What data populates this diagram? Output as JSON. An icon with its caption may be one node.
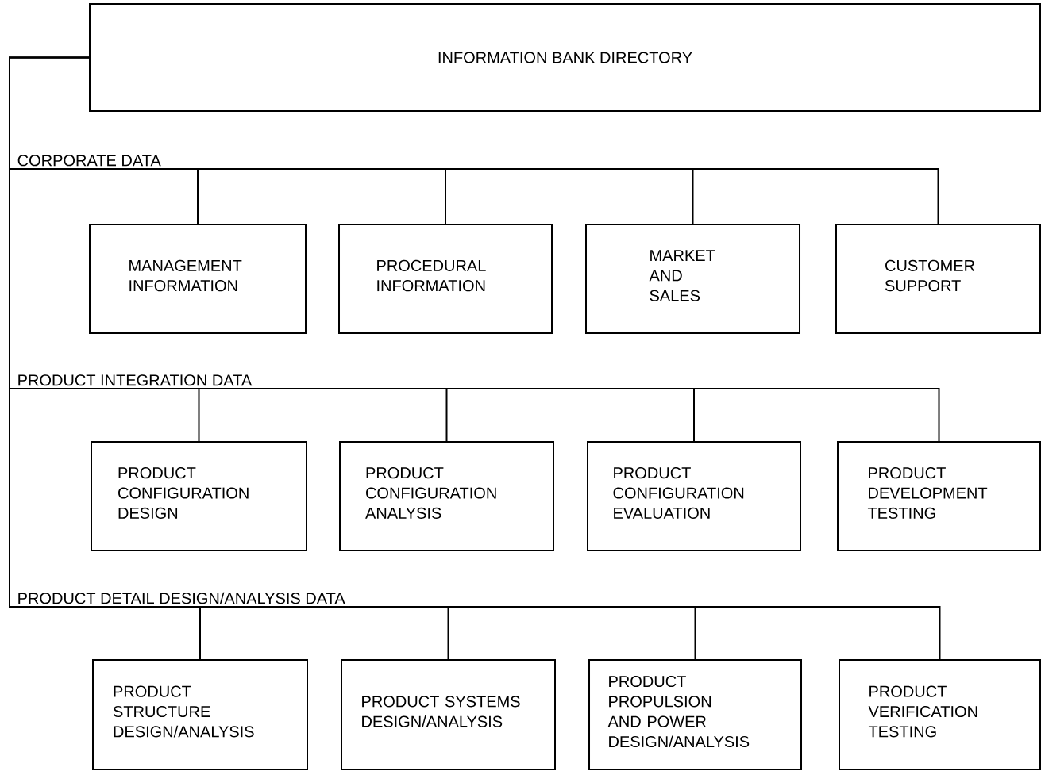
{
  "diagram": {
    "nodes": [
      {
        "text": [
          "INFORMATION BANK DIRECTORY"
        ]
      },
      {
        "text": [
          "CORPORATE DATA"
        ]
      },
      {
        "text": [
          "MANAGEMENT INFORMATION"
        ]
      },
      {
        "text": [
          "PROCEDURAL INFORMATION"
        ]
      },
      {
        "text": [
          "MARKET AND SALES"
        ]
      },
      {
        "text": [
          "CUSTOMER SUPPORT"
        ]
      },
      {
        "text": [
          "PRODUCT INTEGRATION DATA"
        ]
      },
      {
        "text": [
          "PRODUCT CONFIGURATION DESIGN"
        ]
      },
      {
        "text": [
          "PRODUCT CONFIGURATION ANALYSIS"
        ]
      },
      {
        "text": [
          "PRODUCT CONFIGURATION EVALUATION"
        ]
      },
      {
        "text": [
          "PRODUCT DEVELOPMENT TESTING"
        ]
      },
      {
        "text": [
          "PRODUCT DETAIL DESIGN/ANALYSIS DATA"
        ]
      },
      {
        "text": [
          "PRODUCT STRUCTURE DESIGN/ANALYSIS"
        ]
      },
      {
        "text": [
          "PRODUCT SYSTEMS DESIGN/ANALYSIS"
        ]
      },
      {
        "text": [
          "PRODUCT PROPULSION AND POWER DESIGN/ANALYSIS"
        ]
      },
      {
        "text": [
          "PRODUCT VERIFICATION TESTING"
        ]
      }
    ],
    "edges": [
      {
        "from": 0,
        "to": 1,
        "arrow": "none"
      },
      {
        "from": 1,
        "to": 2,
        "arrow": "none"
      },
      {
        "from": 1,
        "to": 3,
        "arrow": "none"
      },
      {
        "from": 1,
        "to": 4,
        "arrow": "none"
      },
      {
        "from": 1,
        "to": 5,
        "arrow": "none"
      },
      {
        "from": 0,
        "to": 6,
        "arrow": "none"
      },
      {
        "from": 6,
        "to": 7,
        "arrow": "none"
      },
      {
        "from": 6,
        "to": 8,
        "arrow": "none"
      },
      {
        "from": 6,
        "to": 9,
        "arrow": "none"
      },
      {
        "from": 6,
        "to": 10,
        "arrow": "none"
      },
      {
        "from": 0,
        "to": 11,
        "arrow": "none"
      },
      {
        "from": 11,
        "to": 12,
        "arrow": "none"
      },
      {
        "from": 11,
        "to": 13,
        "arrow": "none"
      },
      {
        "from": 11,
        "to": 14,
        "arrow": "none"
      },
      {
        "from": 11,
        "to": 15,
        "arrow": "none"
      }
    ]
  }
}
